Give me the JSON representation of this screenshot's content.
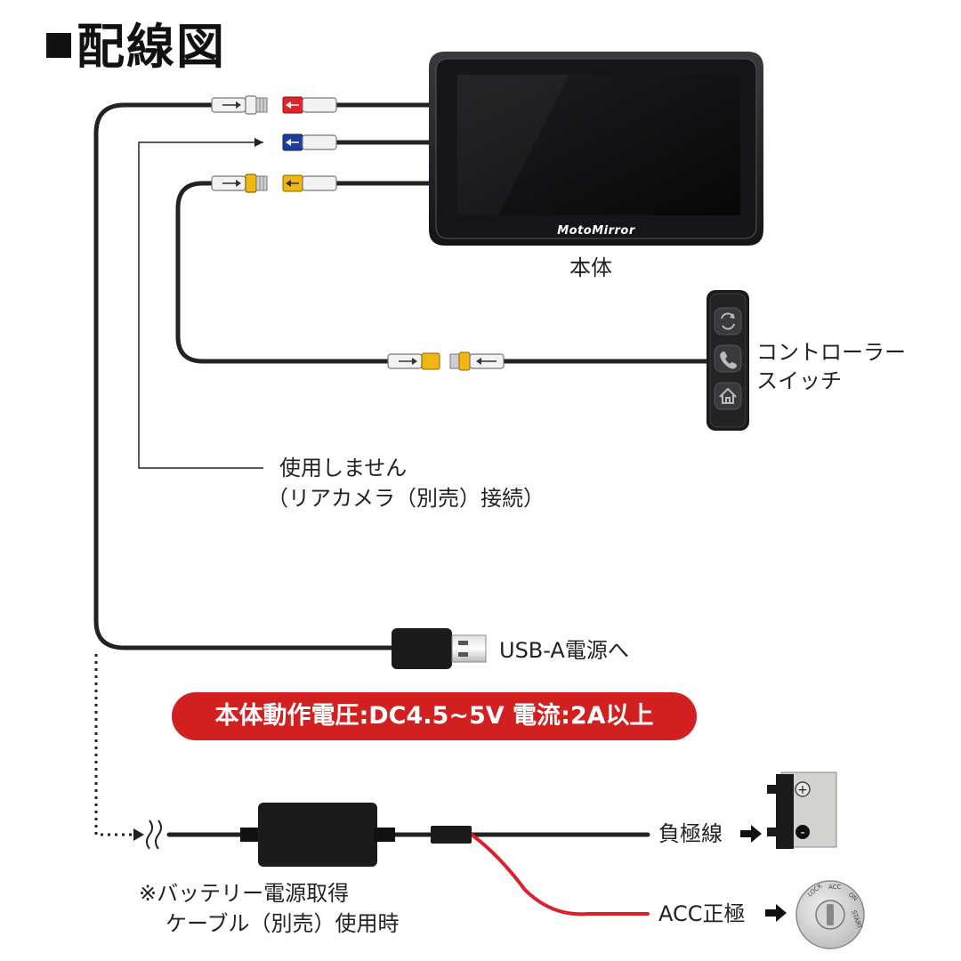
{
  "title": "配線図",
  "device": {
    "brand_logo": "MotoMirror",
    "label": "本体",
    "colors": {
      "bezel": "#1c1c1e",
      "screen": "#101012"
    }
  },
  "controller": {
    "label_line1": "コントローラー",
    "label_line2": "スイッチ",
    "buttons": [
      {
        "icon": "refresh-icon"
      },
      {
        "icon": "phone-icon"
      },
      {
        "icon": "home-icon"
      }
    ]
  },
  "rear_camera_note": {
    "line1": "使用しません",
    "line2": "（リアカメラ（別売）接続）"
  },
  "usb": {
    "label": "USB-A電源へ"
  },
  "spec_banner": {
    "text": "本体動作電圧:DC4.5~5V 電流:2A以上",
    "color": "#d21f1f"
  },
  "battery_cable": {
    "note_line1": "※バッテリー電源取得",
    "note_line2": "ケーブル（別売）使用時",
    "negative_label": "負極線",
    "acc_label": "ACC正極",
    "battery_symbols": [
      "+",
      "-"
    ],
    "ignition_positions": [
      "LOCK",
      "ACC",
      "ON",
      "START"
    ]
  },
  "connector_colors": {
    "red": "#e0262a",
    "blue": "#1e3c9a",
    "yellow": "#f2b614",
    "white": "#f2f2f2"
  },
  "wire_colors": {
    "main": "#222222",
    "positive": "#d9232c"
  }
}
